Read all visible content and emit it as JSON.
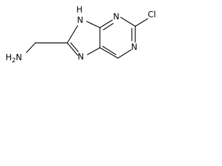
{
  "atoms": {
    "amine": "H2N",
    "amine_prefix": "H",
    "amine_subscript": "2",
    "amine_suffix": "N",
    "nh_h": "H",
    "nh_n": "N",
    "n_imidazole": "N",
    "n_pyrimidine_top": "N",
    "n_pyrimidine_bottom": "N",
    "chloro": "Cl"
  },
  "colors": {
    "bond": "#000000",
    "label": "#000000",
    "background": "#ffffff"
  }
}
